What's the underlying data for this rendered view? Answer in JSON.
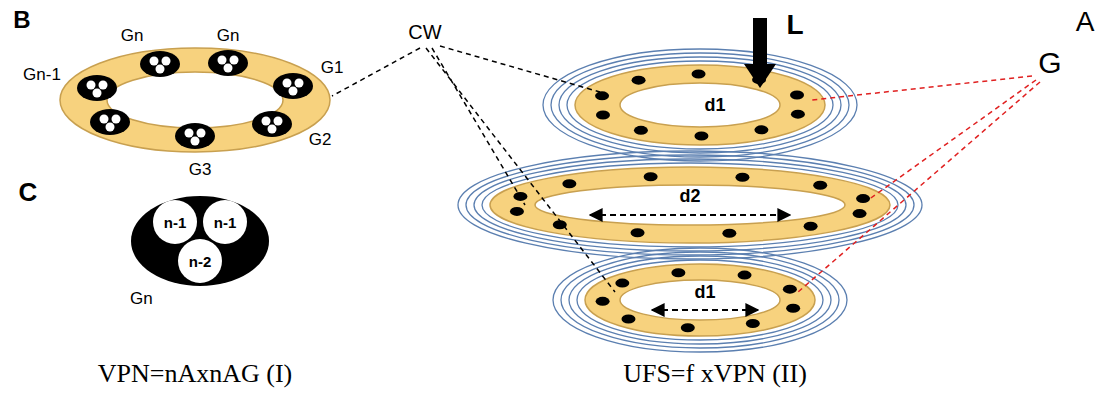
{
  "diagram": {
    "nodes": [
      {
        "text": [
          "Gn"
        ]
      },
      {
        "text": [
          "n-1"
        ],
        "in": 0
      },
      {
        "text": [
          "n-1"
        ],
        "in": 0
      },
      {
        "text": [
          "n-2"
        ],
        "in": 0
      }
    ],
    "labels": [
      "B",
      "CW",
      "A",
      "L",
      "G",
      "Gn",
      "Gn",
      "Gn-1",
      "G1",
      "G2",
      "G3",
      "d1",
      "d2",
      "d1",
      "C",
      "VPN=nAxnAG (I)",
      "UFS=f xVPN (II)"
    ]
  }
}
